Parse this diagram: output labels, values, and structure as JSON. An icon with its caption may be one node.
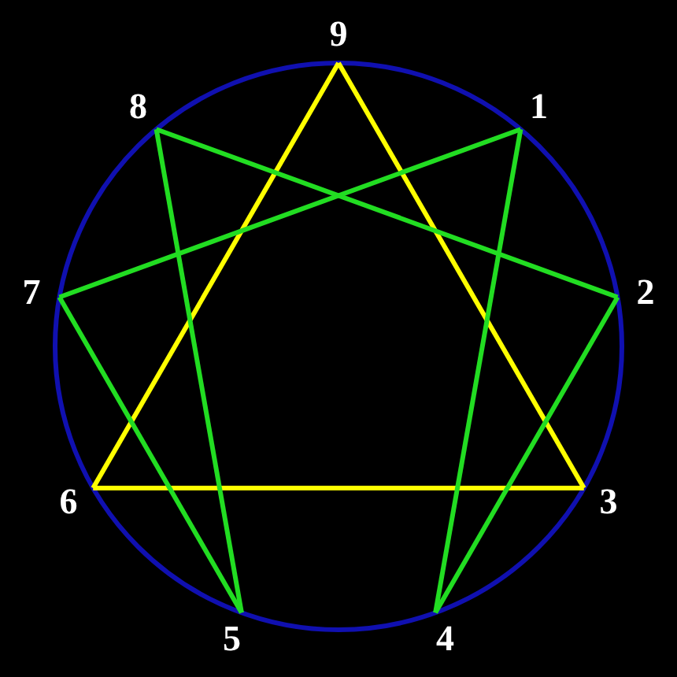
{
  "diagram": {
    "nodes": [
      {
        "text": [
          "9"
        ]
      },
      {
        "text": [
          "8"
        ]
      },
      {
        "text": [
          "1"
        ]
      },
      {
        "text": [
          "7"
        ]
      },
      {
        "text": [
          "2"
        ]
      },
      {
        "text": [
          "6"
        ]
      },
      {
        "text": [
          "3"
        ]
      },
      {
        "text": [
          "5"
        ]
      },
      {
        "text": [
          "4"
        ]
      }
    ],
    "edges": [
      {
        "from": 0,
        "to": 6,
        "arrow": "none",
        "color": "#ffff00"
      },
      {
        "from": 6,
        "to": 5,
        "arrow": "none",
        "color": "#ffff00"
      },
      {
        "from": 5,
        "to": 0,
        "arrow": "none",
        "color": "#ffff00"
      },
      {
        "from": 2,
        "to": 8,
        "arrow": "none"
      },
      {
        "from": 8,
        "to": 4,
        "arrow": "none"
      },
      {
        "from": 4,
        "to": 1,
        "arrow": "none"
      },
      {
        "from": 1,
        "to": 7,
        "arrow": "none"
      },
      {
        "from": 7,
        "to": 3,
        "arrow": "none"
      },
      {
        "from": 3,
        "to": 2,
        "arrow": "none"
      }
    ]
  }
}
